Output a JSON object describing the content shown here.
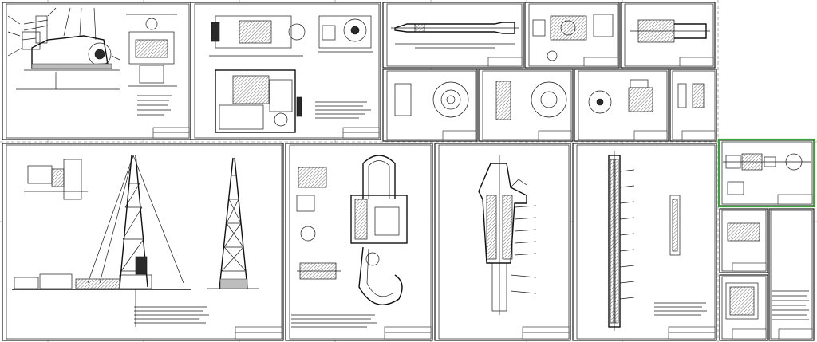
{
  "title": "",
  "drawing_sheets": [
    {
      "id": "pump-assembly",
      "kind": "assembly"
    },
    {
      "id": "drawworks-assembly",
      "kind": "assembly"
    },
    {
      "id": "gearbox-views",
      "kind": "assembly"
    },
    {
      "id": "shaft-detail",
      "kind": "part"
    },
    {
      "id": "housing-detail",
      "kind": "part"
    },
    {
      "id": "flange-detail",
      "kind": "part"
    },
    {
      "id": "drilling-rig-general-view",
      "kind": "general-view"
    },
    {
      "id": "hook-block-assembly",
      "kind": "assembly"
    },
    {
      "id": "tool-joint-assembly",
      "kind": "assembly"
    },
    {
      "id": "downhole-tool-assembly",
      "kind": "assembly"
    },
    {
      "id": "side-sheets",
      "kind": "part"
    }
  ],
  "highlight": {
    "sheet": "side-sheet-top",
    "color": "#3aa63a"
  },
  "colors": {
    "line": "#1a1a1a",
    "background": "#ffffff",
    "dash": "#777777"
  }
}
